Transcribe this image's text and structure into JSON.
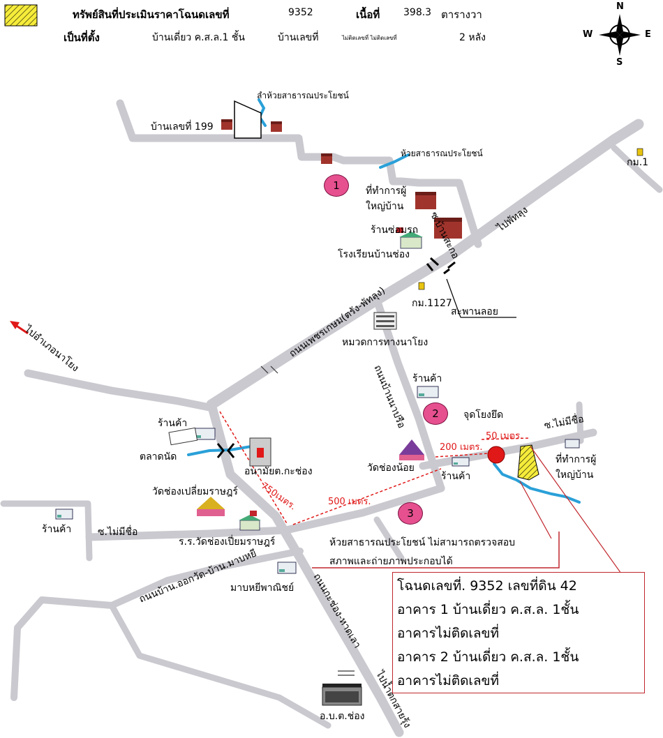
{
  "header": {
    "line1_label": "ทรัพย์สินที่ประเมินราคาโฉนดเลขที่",
    "deed_no": "9352",
    "area_label": "เนื้อที่",
    "area_value": "398.3",
    "area_unit": "ตารางวา",
    "location_label": "เป็นที่ตั้ง",
    "building_type": "บ้านเดี่ยว ค.ส.ล.1 ชั้น",
    "house_no_label": "บ้านเลขที่",
    "house_no_value": "ไม่ติดเลขที่ ไม่ติดเลขที่",
    "count": "2 หลัง"
  },
  "compass": {
    "n": "N",
    "s": "S",
    "e": "E",
    "w": "W"
  },
  "labels": {
    "stream_top": "ลำห้วยสาธารณประโยชน์",
    "house199": "บ้านเลขที่ 199",
    "stream2": "ห้วยสาธารณประโยชน์",
    "km_top": "กม.1",
    "village_office": "ที่ทำการผู้\nใหญ่บ้าน",
    "soi_ban_sako": "ซ.บ้านสะกอ",
    "to_phatthalung": "ไปพัทลุง",
    "repair_shop": "ร้านซ่อมรถ",
    "school": "โรงเรียนบ้านช่อง",
    "km1127": "กม.1127",
    "bridge": "สะพานลอย",
    "phetkasem": "ถนนเพชรเกษม(ตรัง-พัทลุง)",
    "to_nayong": "ไปอำเภอนาโยง",
    "highway_unit": "หมวดการทางนาโยง",
    "road_ban_na_pruea": "ถนนบ้านนาปรือ",
    "shop": "ร้านค้า",
    "reference_point": "จุดโยงยึด",
    "dist_50": "50 เมตร.",
    "soi_no_name": "ซ.ไม่มีชื่อ",
    "village_office2": "ที่ทำการผู้\nใหญ่บ้าน",
    "market": "ตลาดนัด",
    "health_station": "อนามัยต.กะช่อง",
    "dist_200": "200 เมตร.",
    "wat_chong_noi": "วัดช่องน้อย",
    "dist_750": "750เมตร.",
    "dist_500": "500 เมตร.",
    "wat_plian": "วัดช่องเปลี่ยมราษฎร์",
    "school2": "ร.ร.วัดช่องเปี่ยมราษฎร์",
    "road_ok_wat": "ถนนบ้าน.ออกวัด-บ้าน.มาบหยี",
    "maab_yee_shop": "มาบหยีพาณิชย์",
    "road_kachong": "ถนนกะช่อง-หาดเลา",
    "to_khlong": "ไปน้ำตกสายรุ้ง",
    "obt": "อ.บ.ต.ช่อง"
  },
  "note": {
    "line1": "ห้วยสาธารณประโยชน์ ไม่สามารถตรวจสอบ",
    "line2": "สภาพและถ่ายภาพประกอบได้"
  },
  "info": {
    "line1": "โฉนดเลขที่. 9352 เลขที่ดิน 42",
    "line2": "อาคาร 1 บ้านเดี่ยว ค.ส.ล. 1ชั้น",
    "line3": "อาคารไม่ติดเลขที่",
    "line4": "อาคาร 2 บ้านเดี่ยว ค.ส.ล. 1ชั้น",
    "line5": "อาคารไม่ติดเลขที่"
  },
  "badges": [
    "1",
    "2",
    "3"
  ],
  "colors": {
    "road": "#c9c9cf",
    "stream": "#2aa0d8",
    "accent_red": "#e01818",
    "badge": "#e6508f",
    "plot_yellow": "#f6ec3a"
  }
}
